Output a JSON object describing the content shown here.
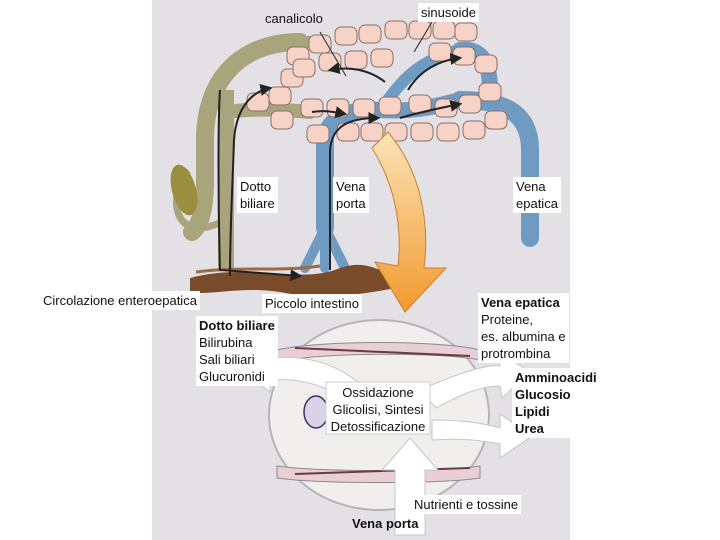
{
  "colors": {
    "page_bg": "#ffffff",
    "figure_bg": "#e3e1e6",
    "hepatocyte": "#f6d2c7",
    "hepatocyte_border": "#8c6e64",
    "bile_duct": "#a8a57c",
    "gallbladder": "#9a8f3e",
    "blood_vessel": "#6f9bc3",
    "intestine": "#7a4b2a",
    "orange_arrow": "#f2a640",
    "white_arrow": "#ffffff",
    "arrow_line": "#222222"
  },
  "labels": {
    "canalicolo": "canalicolo",
    "sinusoide": "sinusoide",
    "dotto_biliare_top": [
      "Dotto",
      "biliare"
    ],
    "vena_porta_top": [
      "Vena",
      "porta"
    ],
    "vena_epatica_top": [
      "Vena",
      "epatica"
    ],
    "circolazione": "Circolazione enteroepatica",
    "piccolo_intestino": "Piccolo intestino",
    "dotto_biliare_box": {
      "title": "Dotto biliare",
      "items": [
        "Bilirubina",
        "Sali biliari",
        "Glucuronidi"
      ]
    },
    "vena_epatica_box": {
      "title": "Vena epatica",
      "items": [
        "Proteine,",
        "es. albumina e",
        "protrombina"
      ]
    },
    "amminoacidi_box": [
      "Amminoacidi",
      "Glucosio",
      "Lipidi",
      "Urea"
    ],
    "center_box": [
      "Ossidazione",
      "Glicolisi, Sintesi",
      "Detossificazione"
    ],
    "nutrienti": "Nutrienti e tossine",
    "vena_porta_bottom": "Vena porta"
  }
}
